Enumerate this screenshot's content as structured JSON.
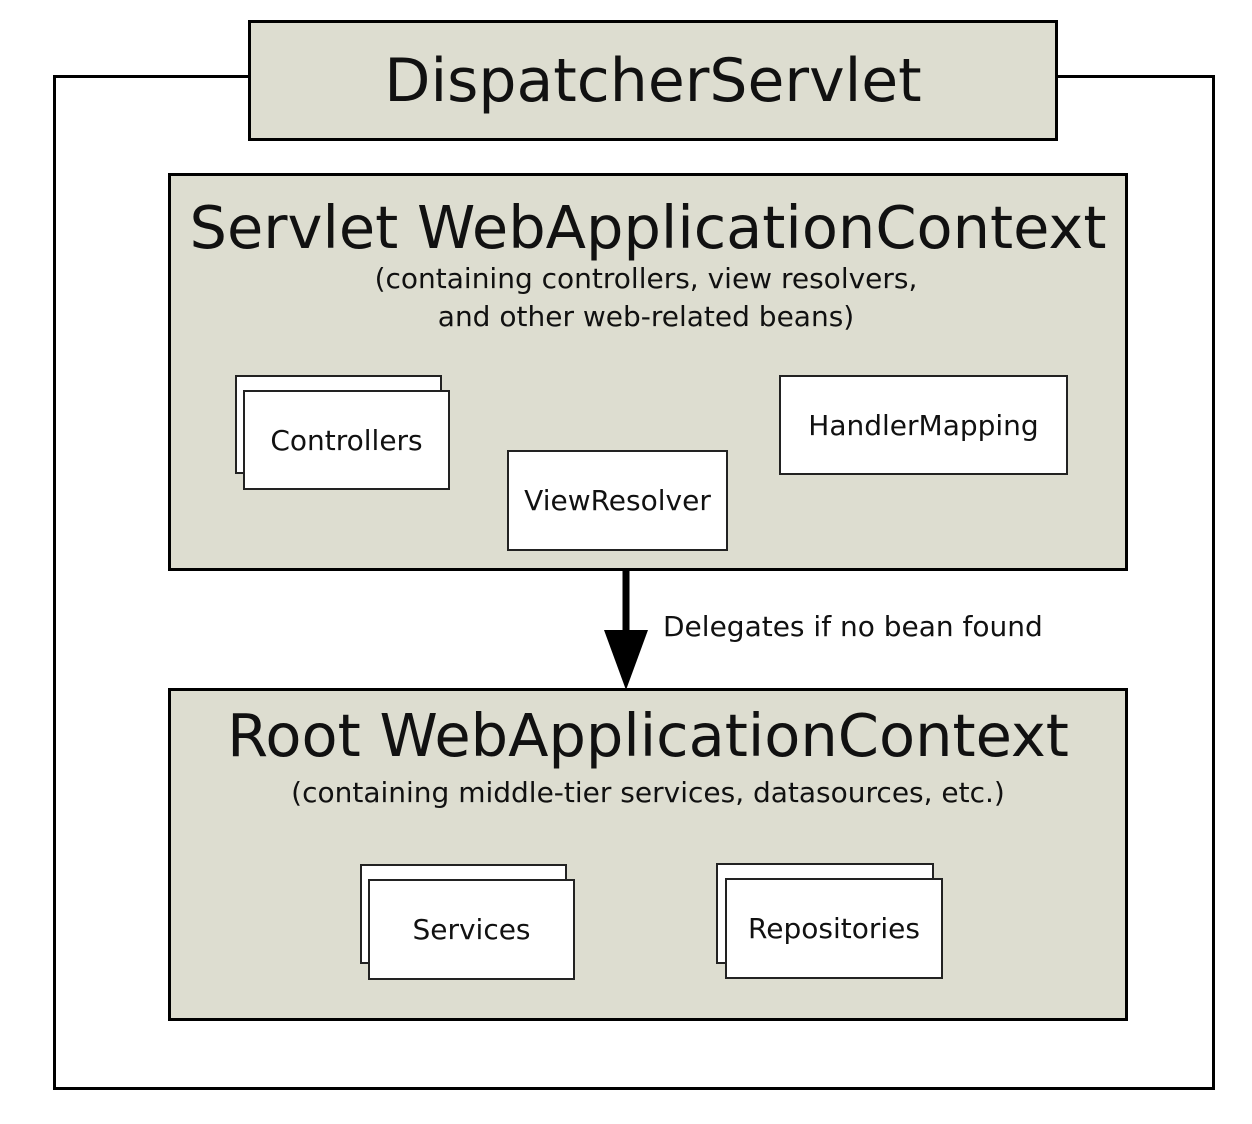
{
  "title": "DispatcherServlet",
  "servlet_context": {
    "title": "Servlet WebApplicationContext",
    "subtitle": "(containing controllers, view resolvers,\nand other web-related beans)",
    "beans": {
      "controllers": "Controllers",
      "view_resolver": "ViewResolver",
      "handler_mapping": "HandlerMapping"
    }
  },
  "delegation": {
    "label": "Delegates if no bean found"
  },
  "root_context": {
    "title": "Root WebApplicationContext",
    "subtitle": "(containing middle-tier services, datasources, etc.)",
    "beans": {
      "services": "Services",
      "repositories": "Repositories"
    }
  }
}
